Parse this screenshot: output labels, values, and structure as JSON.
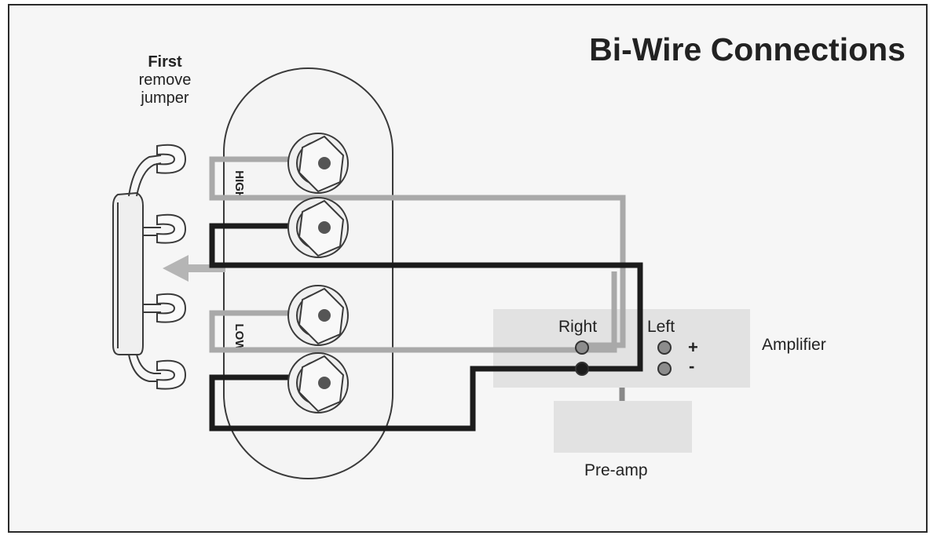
{
  "title": "Bi-Wire Connections",
  "note": {
    "first": "First",
    "line2": "remove",
    "line3": "jumper"
  },
  "terminal_group_labels": {
    "high": "HIGH",
    "low": "LOW"
  },
  "amplifier": {
    "label": "Amplifier",
    "right_channel": "Right",
    "left_channel": "Left",
    "plus": "+",
    "minus": "-"
  },
  "preamp": {
    "label": "Pre-amp"
  },
  "colors": {
    "background": "#f6f6f6",
    "positive_wire": "#a9a9a9",
    "negative_wire": "#1c1c1c",
    "box_fill": "#e2e2e2",
    "outline": "#2a2a2a"
  }
}
